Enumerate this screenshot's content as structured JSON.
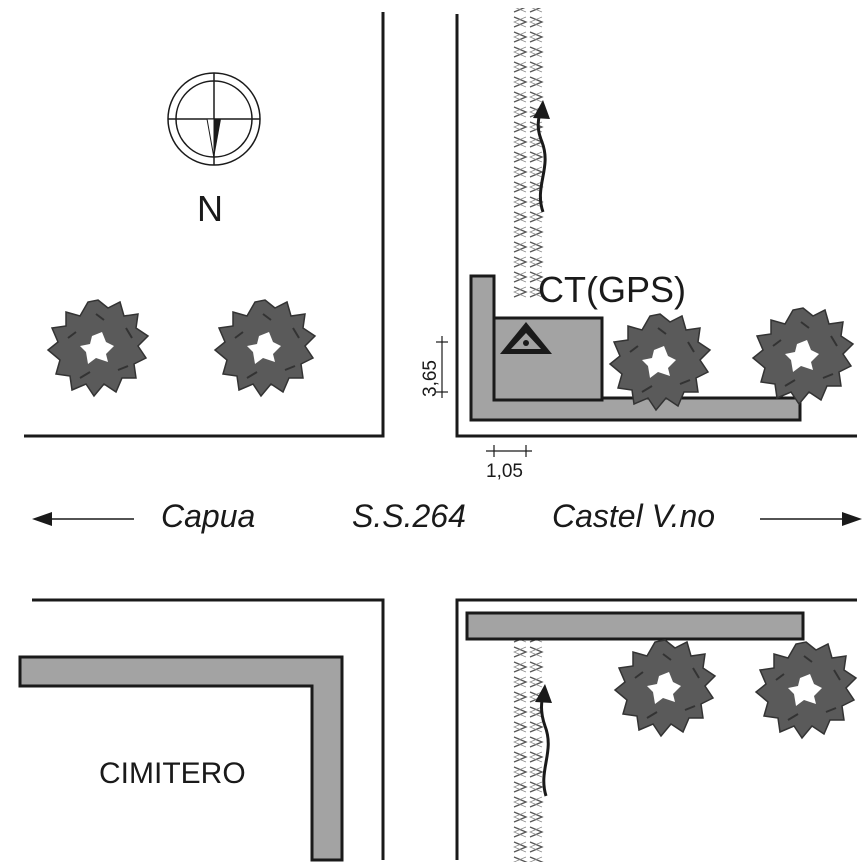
{
  "compass": {
    "label": "N",
    "icon": "north-arrow-icon"
  },
  "labels": {
    "station": "CT(GPS)",
    "dim_vertical": "3,65",
    "dim_horizontal": "1,05",
    "road": "S.S.264",
    "direction_left": "Capua",
    "direction_right": "Castel V.no",
    "cemetery": "CIMITERO"
  },
  "icons": {
    "tree": "tree-icon",
    "station_marker": "triangle-survey-marker-icon",
    "flow_arrow": "flow-arrow-icon"
  },
  "colors": {
    "ink": "#1a1a1a",
    "wall_fill": "#a3a3a3",
    "tree_fill": "#5a5a5a",
    "background": "#ffffff"
  }
}
